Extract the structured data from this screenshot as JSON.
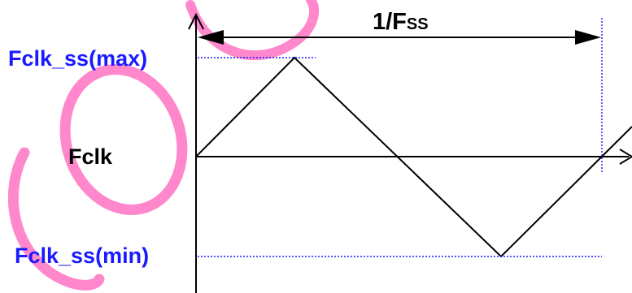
{
  "labels": {
    "fclk_max": "Fclk_ss(max)",
    "fclk_nominal": "Fclk",
    "fclk_min": "Fclk_ss(min)",
    "period_prefix": "1/F",
    "period_subscript": "SS"
  },
  "colors": {
    "label_blue": "#1a1aff",
    "dotted_blue": "#1a1aff",
    "axis": "#000000",
    "watermark": "#ff88cc"
  }
}
